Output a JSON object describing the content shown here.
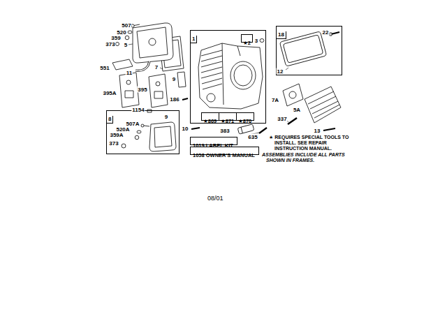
{
  "diagram": {
    "nodes": [
      {
        "text": [
          "1"
        ]
      },
      {
        "text": [
          "★2"
        ],
        "in": 0
      },
      {
        "text": [
          "★869"
        ],
        "in": 0
      },
      {
        "text": [
          "★871"
        ],
        "in": 0
      },
      {
        "text": [
          "★870"
        ],
        "in": 0
      },
      {
        "text": [
          "18"
        ]
      },
      {
        "text": [
          "8"
        ]
      },
      {
        "text": [
          "1019 LABEL KIT"
        ]
      },
      {
        "text": [
          "1058 OWNER'S MANUAL"
        ]
      }
    ],
    "labels": [
      "507",
      "520",
      "359",
      "5",
      "373",
      "551",
      "11",
      "7",
      "9",
      "395A",
      "395",
      "1154",
      "186",
      "3",
      "22",
      "12",
      "7A",
      "5A",
      "10",
      "507A",
      "520A",
      "359A",
      "373",
      "9",
      "383",
      "635",
      "337",
      "13",
      "★ REQUIRES SPECIAL TOOLS TO INSTALL. SEE REPAIR INSTRUCTION MANUAL.",
      "ASSEMBLIES INCLUDE ALL PARTS SHOWN IN FRAMES.",
      "08/01"
    ]
  }
}
